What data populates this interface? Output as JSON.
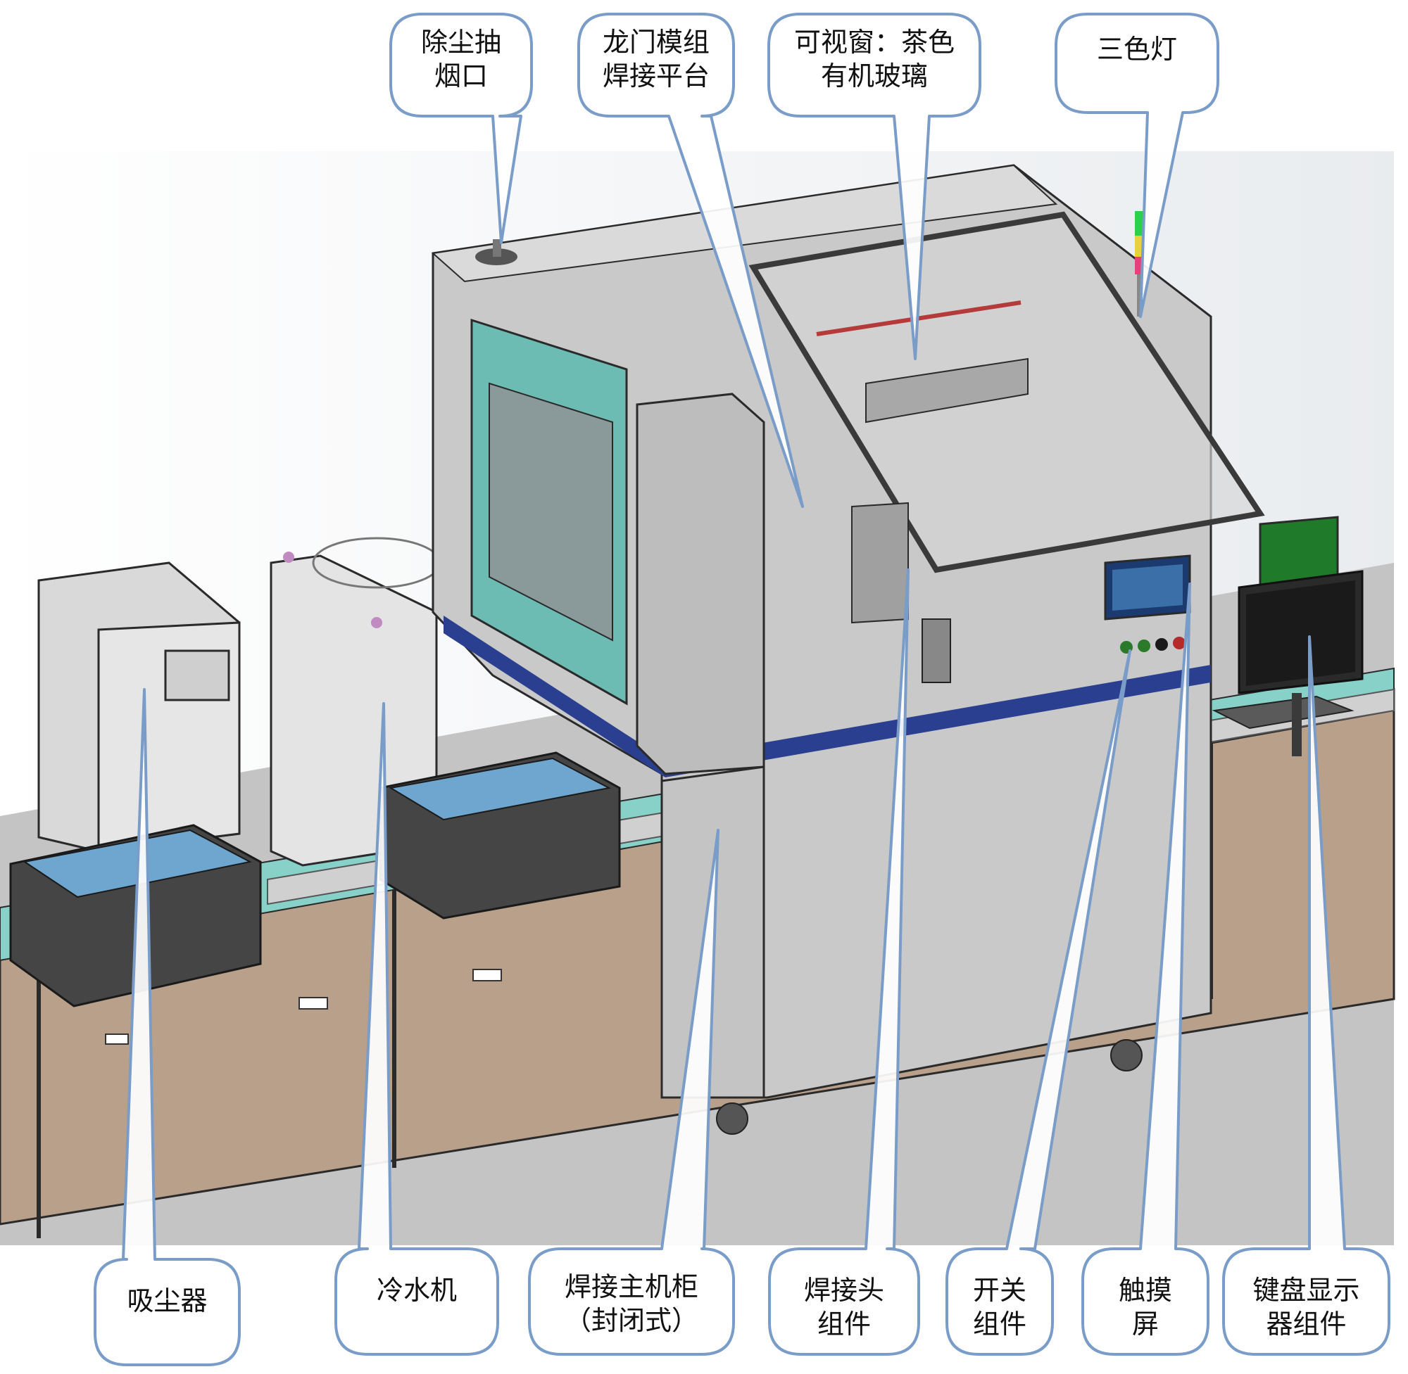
{
  "title": "",
  "colors": {
    "callout_stroke": "#7a9cc8",
    "callout_fill": "#ffffff",
    "machine_body": "#c8c8c8",
    "machine_edge": "#2a2a2a",
    "window_teal": "#6cbcb4",
    "conveyor_teal": "#88d1c9",
    "base_tan": "#b8a08c",
    "blue_stripe": "#2a3f8f",
    "monitor_green": "#1f7a2a"
  },
  "callouts": {
    "dust_extraction_port": "除尘抽\n烟口",
    "gantry_platform": "龙门模组\n焊接平台",
    "view_window": "可视窗：茶色\n有机玻璃",
    "tricolor_light": "三色灯",
    "vacuum_cleaner": "吸尘器",
    "water_chiller": "冷水机",
    "welding_cabinet": "焊接主机柜\n（封闭式）",
    "welding_head": "焊接头\n组件",
    "switch_assembly": "开关\n组件",
    "touch_screen": "触摸\n屏",
    "keyboard_display": "键盘显示\n器组件"
  }
}
